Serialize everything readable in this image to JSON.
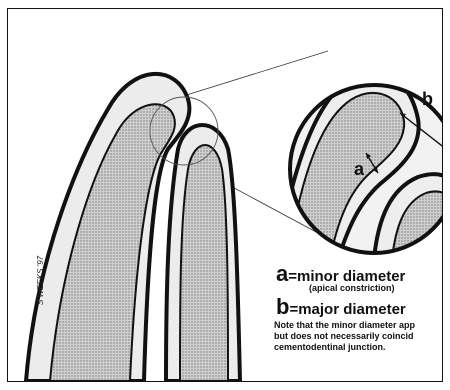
{
  "diagram": {
    "marker_a": "a",
    "marker_b": "b",
    "legend": {
      "a_letter": "a",
      "a_text": "=minor diameter",
      "a_sub": "(apical constriction)",
      "b_letter": "b",
      "b_text": "=major diameter"
    },
    "note_lines": [
      "Note that the minor diameter app",
      "but does not necessarily coincid",
      "cementodentinal junction."
    ],
    "signature": "S WEEKS '97"
  },
  "colors": {
    "outline": "#111111",
    "fill_light": "#e4e4e4",
    "fill_dotted": "#bdbdbd"
  }
}
